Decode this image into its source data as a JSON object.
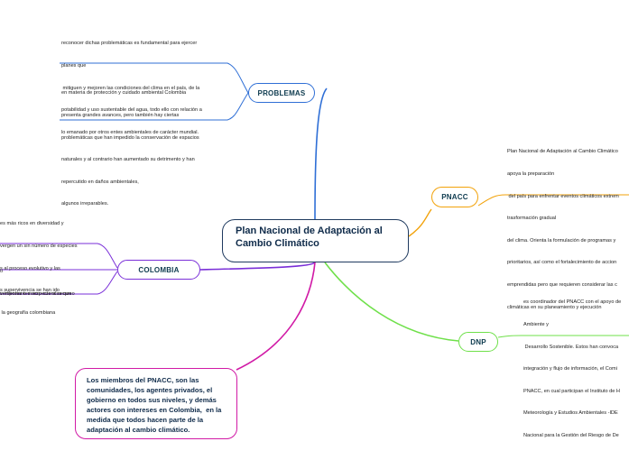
{
  "central": {
    "title_lines": [
      "Plan Nacional de Adaptación al",
      "Cambio Climático"
    ]
  },
  "branches": {
    "problemas": {
      "label": "PROBLEMAS",
      "color": "#2f6fd6"
    },
    "pnacc": {
      "label": "PNACC",
      "color": "#f2a20a"
    },
    "colombia": {
      "label": "COLOMBIA",
      "color": "#7a2fd8"
    },
    "dnp": {
      "label": "DNP",
      "color": "#6fe04a"
    },
    "miembros": {
      "color": "#d11aa6"
    }
  },
  "notes": {
    "problemas_1": [
      "reconocer dichas problemáticas es fundamental para ejercer",
      "planes que",
      " mitiguen y mejoren las condiciones del clima en el país, de la",
      "potabilidad y uso sustentable del agua, todo ello con relación a",
      "lo emanado por otros entes ambientales de carácter mundial."
    ],
    "problemas_2": [
      "en materia de protección y cuidado ambiental Colombia",
      "presenta grandes avances, pero también hay ciertas",
      "problemáticas que han impedido la conservación de espacios",
      "naturales y al contrario han aumentado su detrimento y han",
      "repercutido en daños ambientales,",
      "algunos irreparables."
    ],
    "pnacc": [
      "Plan Nacional de Adaptación al Cambio Climático",
      "apoya la preparación",
      " del país para enfrentar eventos climáticos extrem",
      "trasformación gradual",
      "del clima. Orienta la formulación de programas y",
      "prioritarios, así como el fortalecimiento de accion",
      "emprendidas pero que requieren considerar las c",
      "climáticas en su planeamiento y ejecución"
    ],
    "colombia_1": [
      "es más ricos en diversidad y",
      "vergen un sin número de especies",
      "s al proceso evolutivo y las",
      "s supervivencia se han ido",
      " la geografía colombiana"
    ],
    "colombia_2": [
      "o",
      "vertientes o macro cuencas que"
    ],
    "colombia_3": [
      "s importantes respecto al recurso"
    ],
    "dnp": [
      "es coordinador del PNACC con el apoyo de",
      "Ambiente y",
      " Desarrollo Sostenible. Estos han convoca",
      "integración y flujo de información, el Comi",
      "PNACC, en cual participan el Instituto de H",
      "Meteorología y Estudios Ambientales -IDE",
      "Nacional para la Gestión del Riesgo de De"
    ]
  },
  "callout": {
    "lines": [
      "Los miembros del PNACC, son las",
      "comunidades, los agentes privados, el",
      "gobierno en todos sus niveles, y demás",
      "actores con intereses en Colombia,  en la",
      "medida que todos hacen parte de la",
      "adaptación al cambio climático."
    ]
  }
}
